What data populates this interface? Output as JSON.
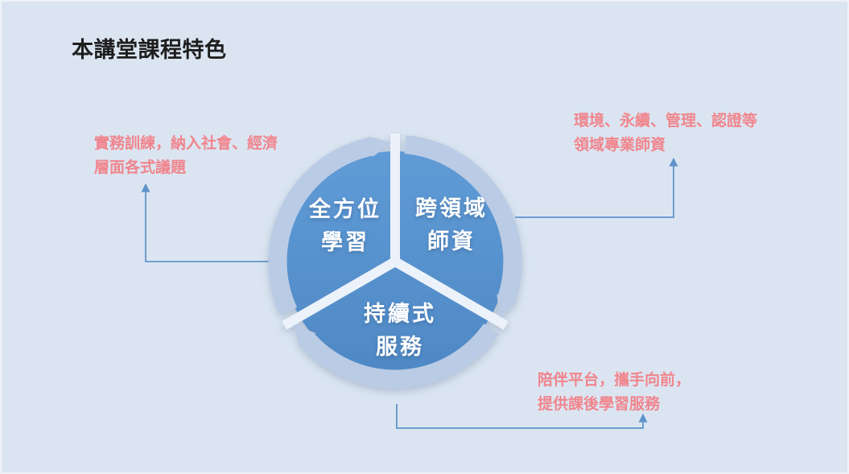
{
  "title": "本講堂課程特色",
  "diagram": {
    "type": "segmented-cycle",
    "direction": "clockwise",
    "segments": [
      {
        "id": "left",
        "line1": "全方位",
        "line2": "學習"
      },
      {
        "id": "right",
        "line1": "跨領域",
        "line2": "師資"
      },
      {
        "id": "bottom",
        "line1": "持續式",
        "line2": "服務"
      }
    ]
  },
  "annotations": {
    "left": {
      "line1": "實務訓練，納入社會、經濟",
      "line2": "層面各式議題"
    },
    "right": {
      "line1": "環境、永續、管理、認證等",
      "line2": "領域專業師資"
    },
    "bottom": {
      "line1": "陪伴平台，攜手向前，",
      "line2": "提供課後學習服務"
    }
  },
  "colors": {
    "background": "#dbe5f1",
    "segment_blue_top": "#5f9bd6",
    "segment_blue_bottom": "#4f89c5",
    "ring_light_blue": "#bacbe5",
    "divider_gap": "#ecf2fa",
    "connector_blue": "#5f94cb",
    "annotation_pink": "#f0858d",
    "title_text": "#1e1e1e",
    "segment_label_text": "#ffffff"
  }
}
